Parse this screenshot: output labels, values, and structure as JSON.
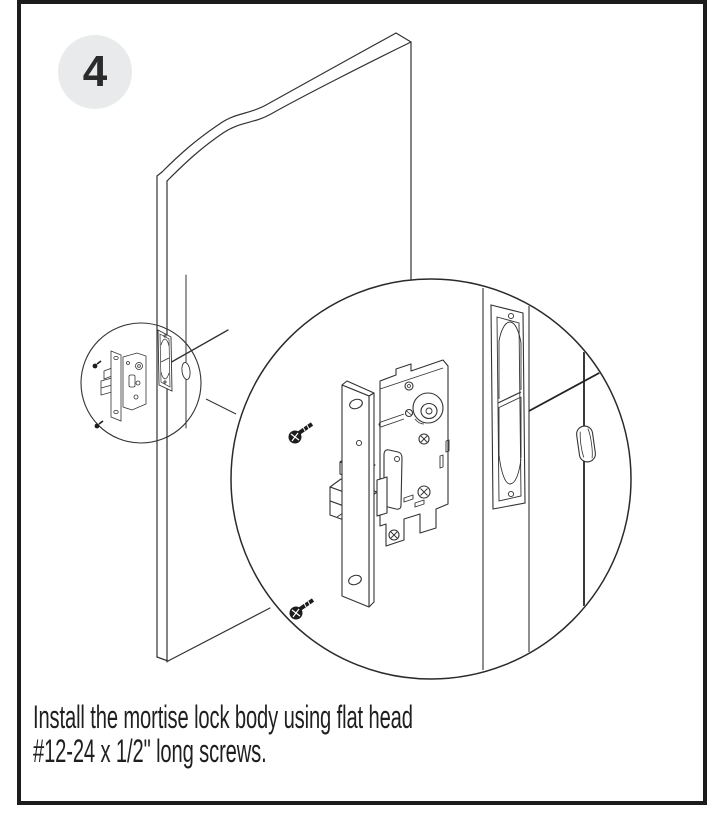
{
  "step_badge": {
    "number": "4"
  },
  "caption": {
    "line1": "Install the mortise lock body using flat head",
    "line2": "#12-24 x 1/2\" long screws."
  },
  "illustration": {
    "description": "Line drawing of a door (broken wavy top edge) with a mortise pocket in its edge; a small callout circle around the lock area connects to a large magnifier circle showing the mortise lock body, two flat head mounting screws, the mortise pocket, and the scribed centerlines with cross-bore hole on the door face."
  },
  "colors": {
    "frame": "#1c1c1c",
    "line_art": "#333333",
    "badge_background": "#e9eaeb",
    "badge_number": "#2b2b2b",
    "caption_text": "#1f1f1f",
    "screw_head_fill": "#1c1c1c"
  }
}
